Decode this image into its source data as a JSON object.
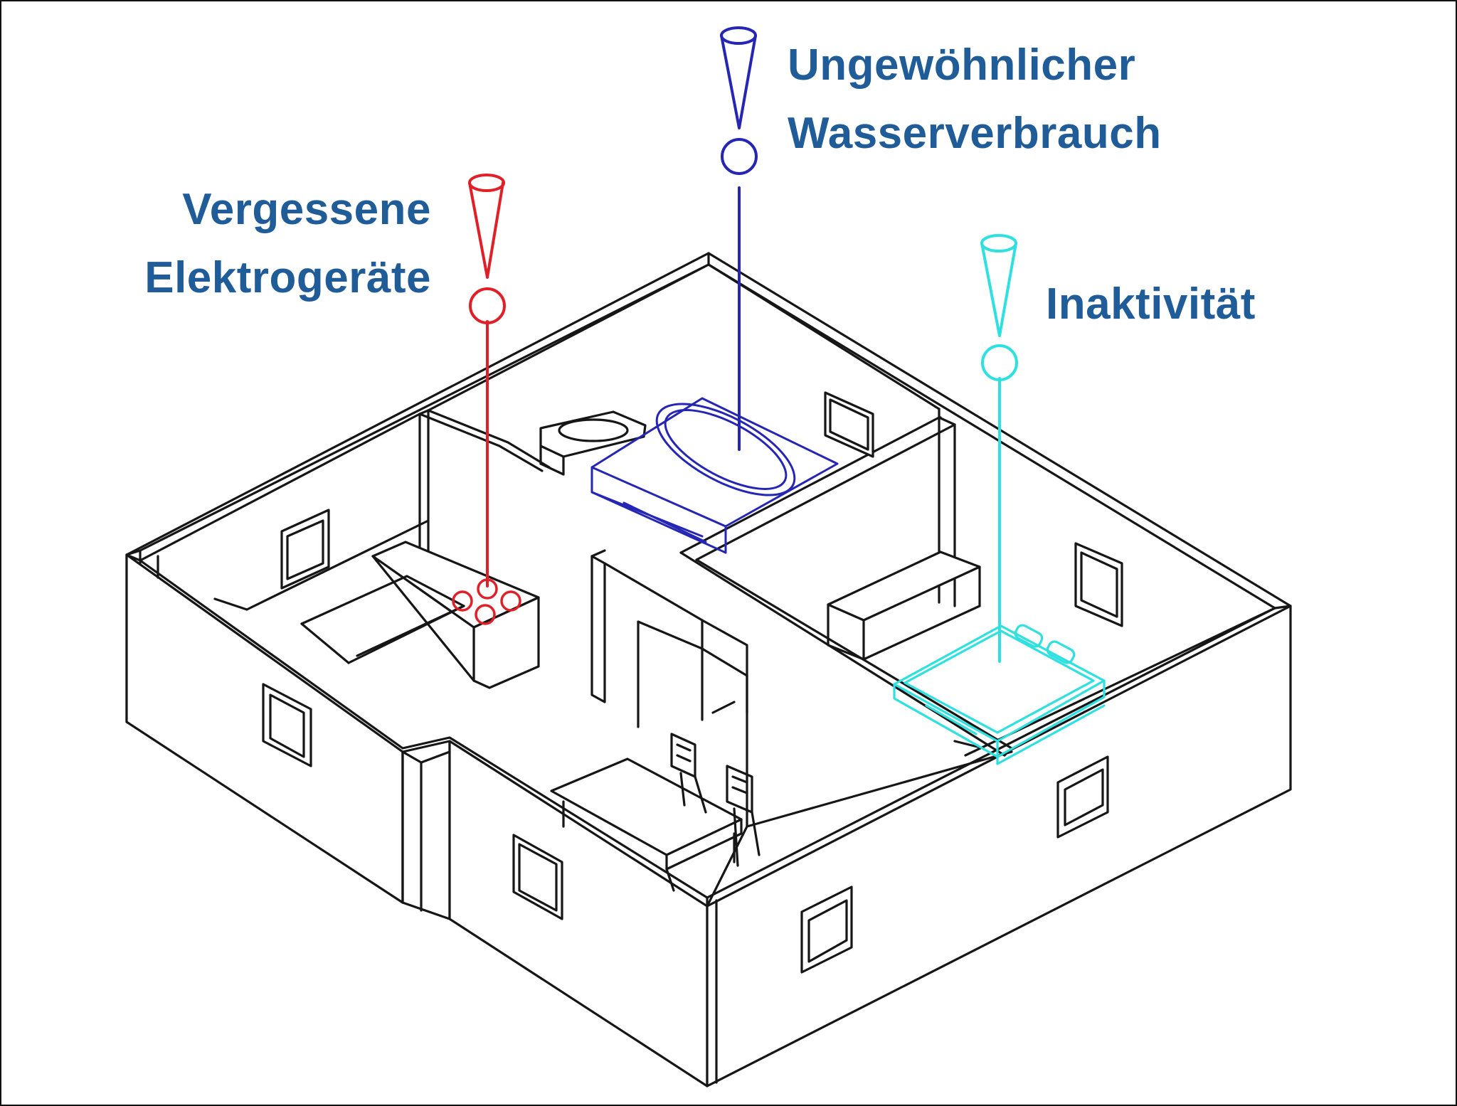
{
  "labels": {
    "water": [
      "Ungewöhnlicher",
      "Wasserverbrauch"
    ],
    "elec": [
      "Vergessene",
      "Elektrogeräte"
    ],
    "inactivity": "Inaktivität"
  },
  "colors": {
    "label_text": "#1f5c98",
    "sketch": "#161616",
    "electro": "#e02028",
    "water": "#2626b4",
    "inactivity": "#2fe0e0"
  },
  "icons": {
    "electro": "location-pin-icon",
    "water": "location-pin-icon",
    "inactivity": "location-pin-icon"
  }
}
